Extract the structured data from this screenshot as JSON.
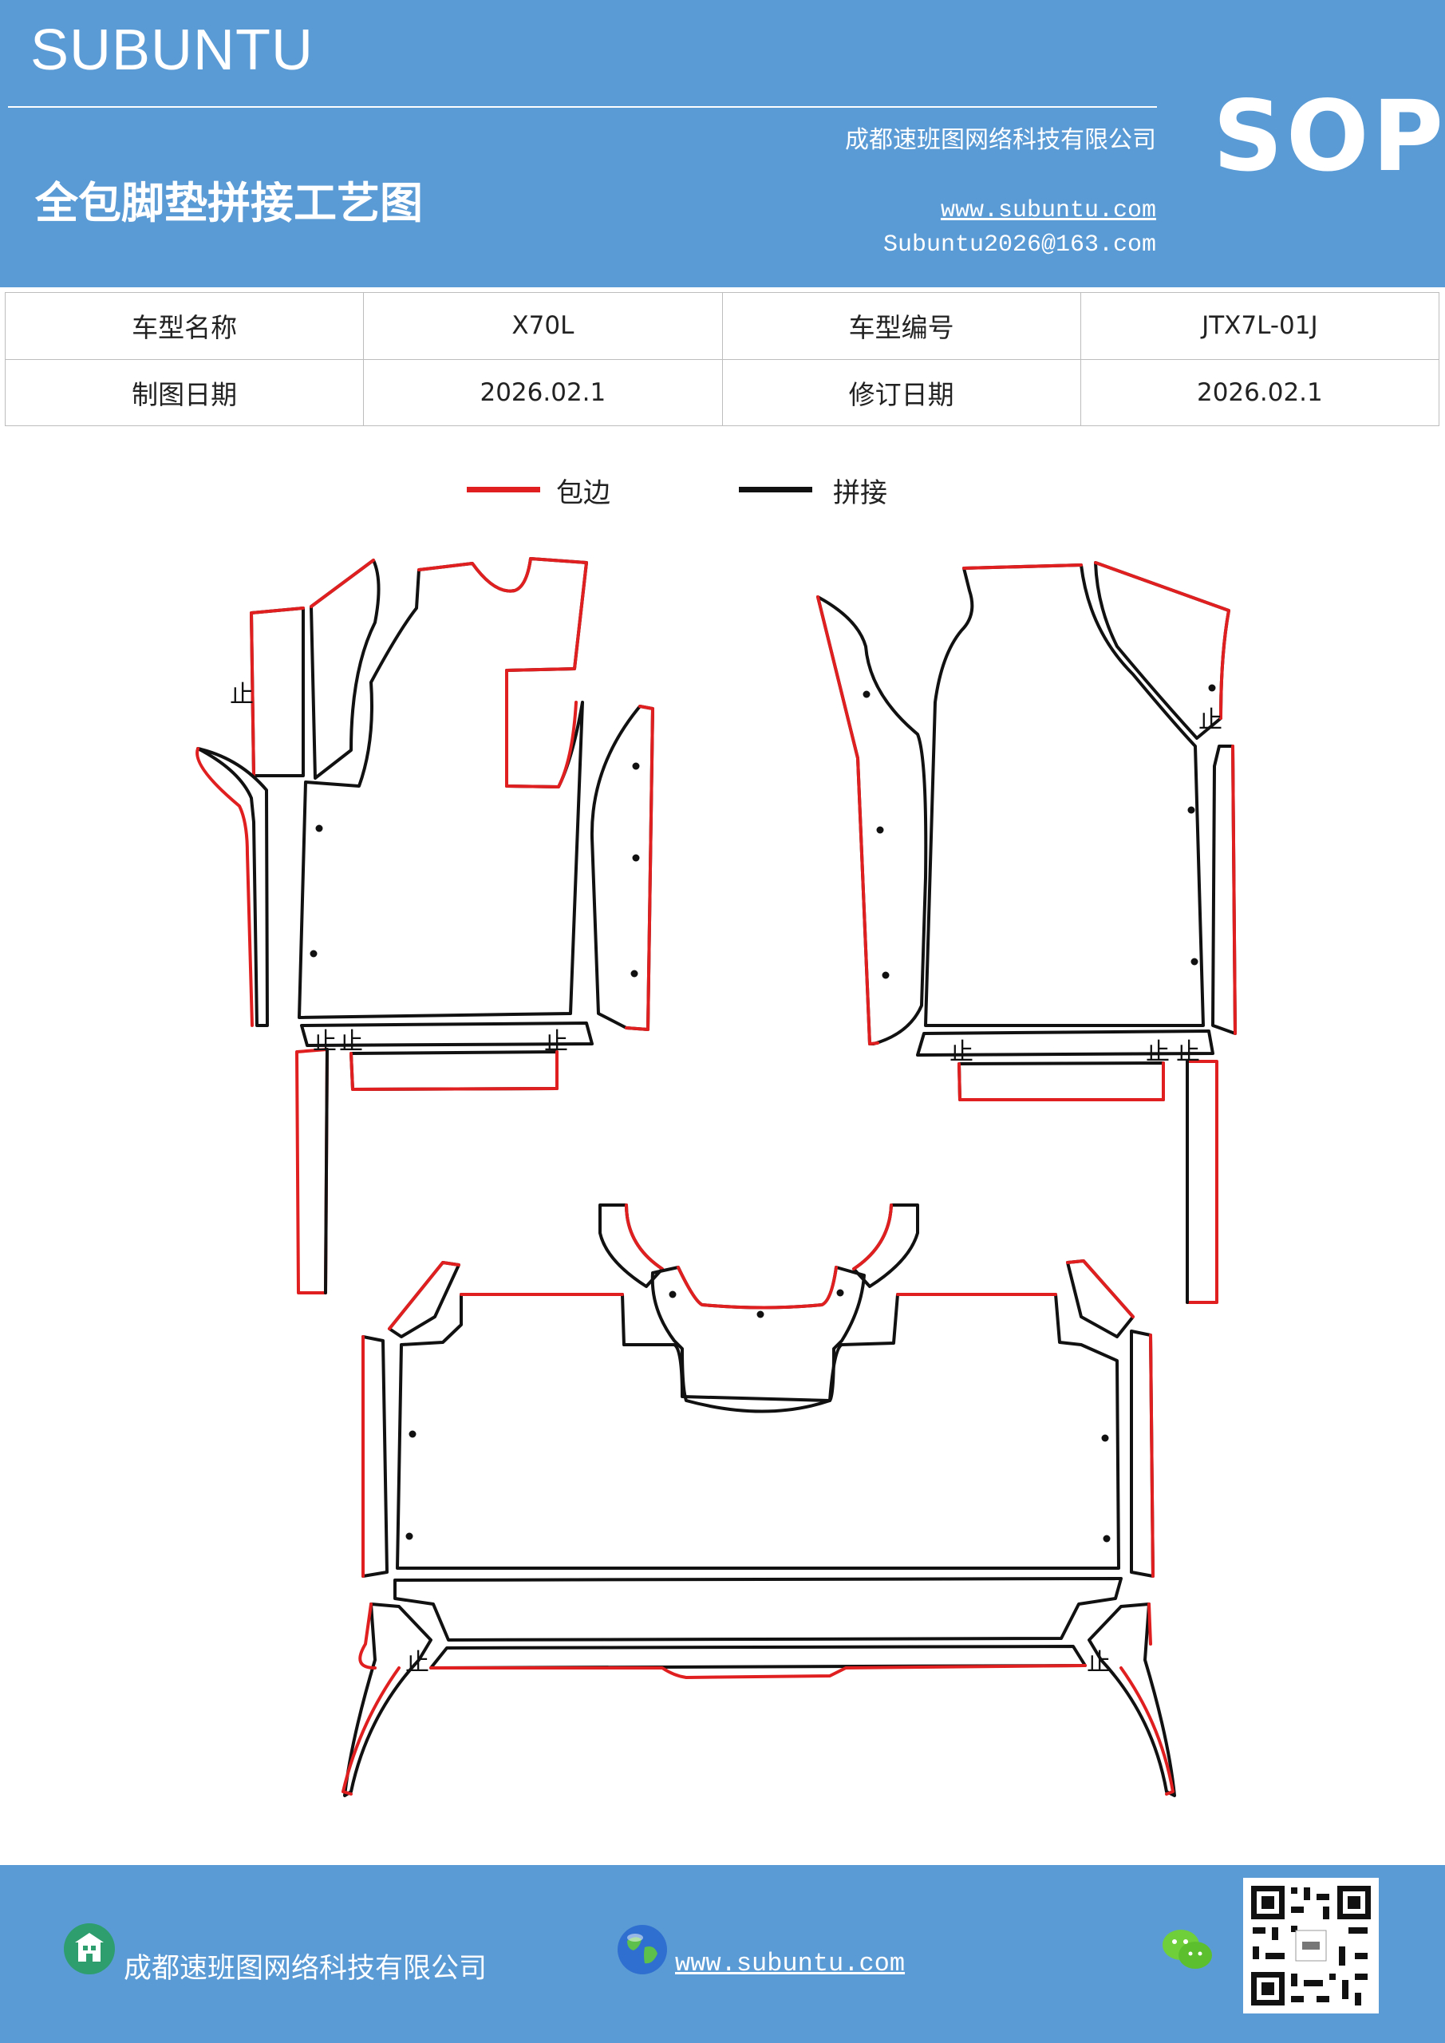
{
  "header": {
    "brand": "SUBUNTU",
    "badge": "SOP",
    "company": "成都速班图网络科技有限公司",
    "title": "全包脚垫拼接工艺图",
    "url": "www.subuntu.com",
    "email": "Subuntu2026@163.com",
    "bg_color": "#5b9bd5"
  },
  "info_table": {
    "rows": [
      [
        "车型名称",
        "X70L",
        "车型编号",
        "JTX7L-01J"
      ],
      [
        "制图日期",
        "2026.02.1",
        "修订日期",
        "2026.02.1"
      ]
    ]
  },
  "legend": {
    "items": [
      {
        "label": "包边",
        "color": "#e02020"
      },
      {
        "label": "拼接",
        "color": "#111111"
      }
    ]
  },
  "diagram": {
    "stop_mark": "止",
    "edge_color": "#e02020",
    "seam_color": "#111111"
  },
  "footer": {
    "company": "成都速班图网络科技有限公司",
    "url": "www.subuntu.com",
    "icons": [
      "building-icon",
      "globe-icon",
      "wechat-icon",
      "qr-code"
    ]
  }
}
